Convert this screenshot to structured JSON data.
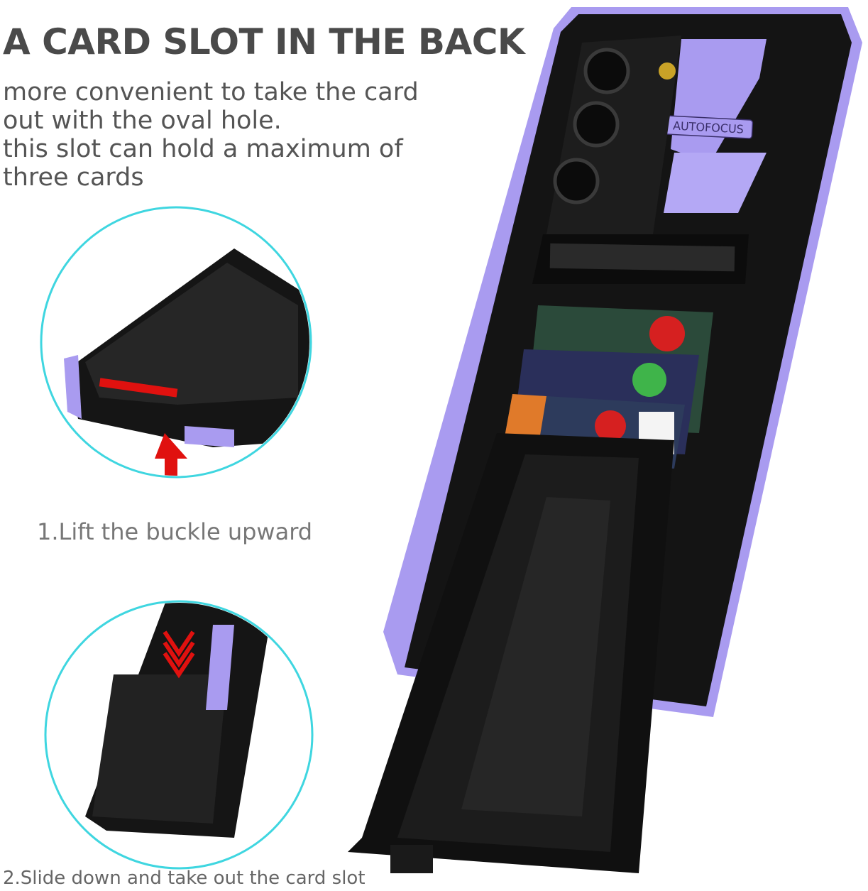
{
  "heading": "A CARD SLOT IN THE BACK",
  "description_lines": [
    "more convenient to take the card",
    "out with the oval hole.",
    "this slot can hold a maximum of",
    "three cards"
  ],
  "steps": [
    {
      "label": "1.Lift the buckle upward"
    },
    {
      "label": "2.Slide down and take out the card slot"
    }
  ],
  "phone_logo_text": "AUTOFOCUS",
  "colors": {
    "case_black": "#141414",
    "accent_purple": "#a99bf0",
    "circle_cyan": "#3fd6e0",
    "arrow_red": "#e0110f"
  }
}
